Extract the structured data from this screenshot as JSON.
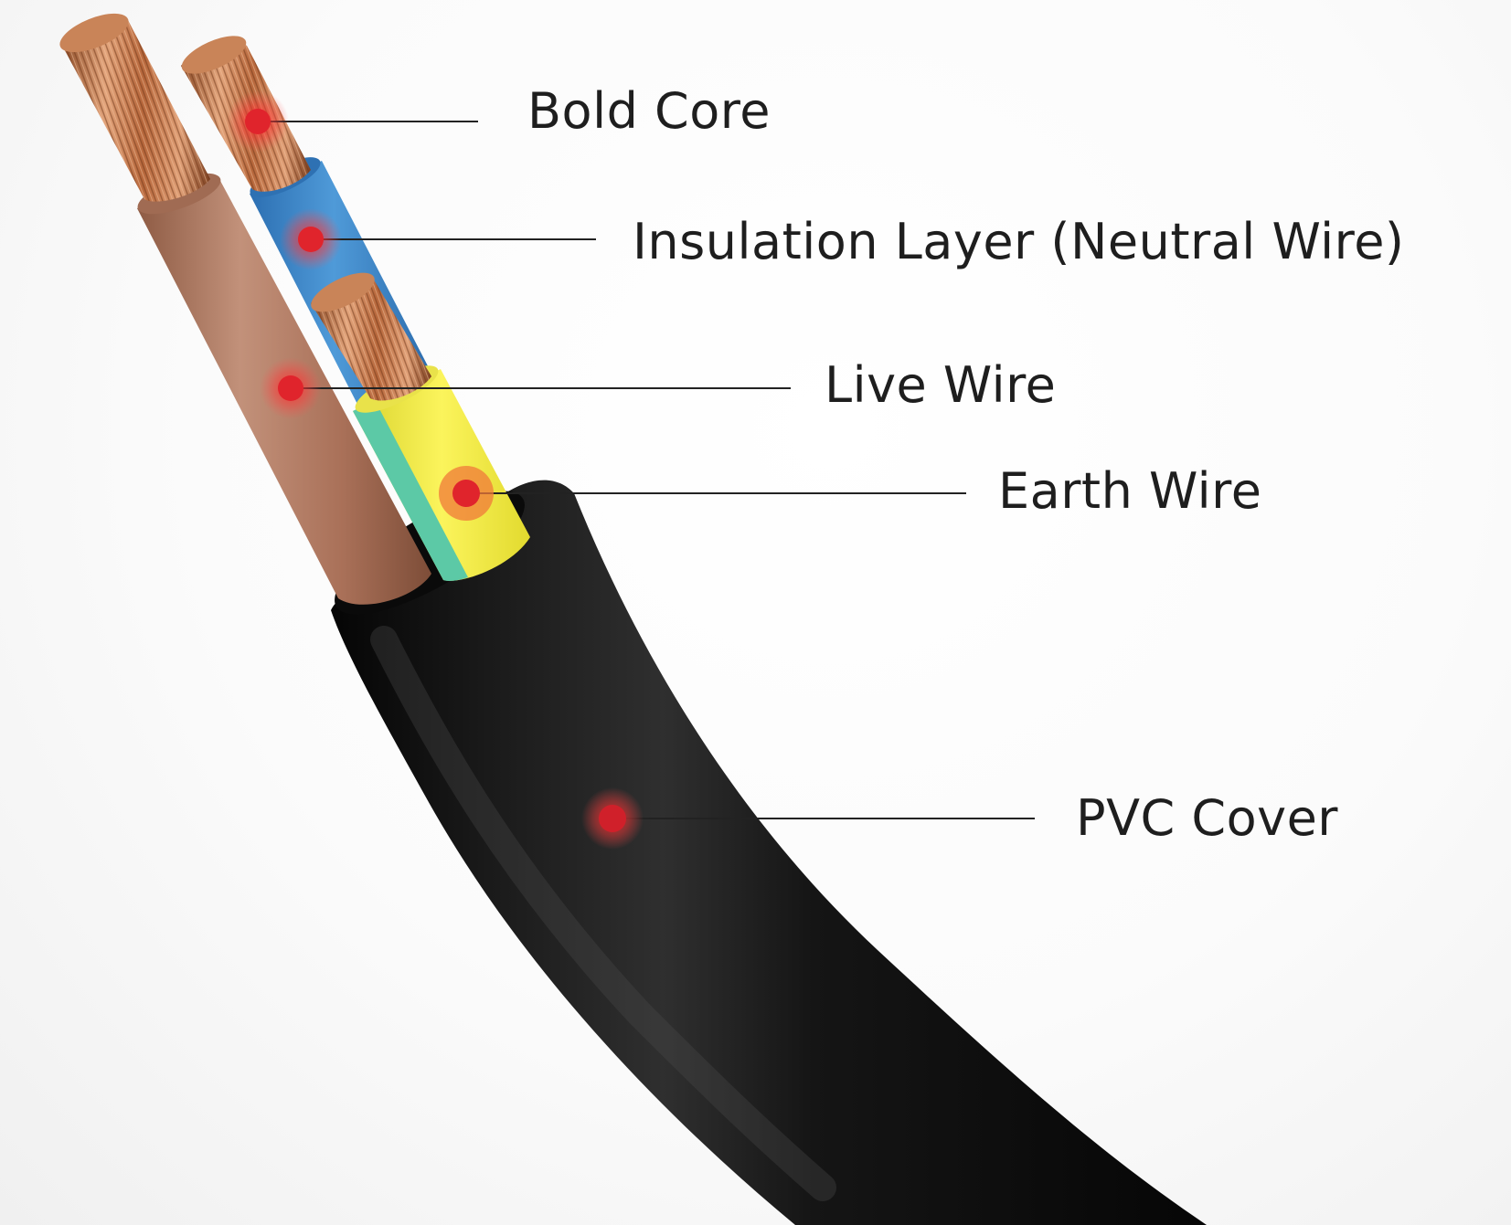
{
  "diagram": {
    "labels": {
      "bold_core": "Bold Core",
      "insulation_layer": "Insulation Layer (Neutral Wire)",
      "live_wire": "Live Wire",
      "earth_wire": "Earth Wire",
      "pvc_cover": "PVC Cover"
    },
    "colors": {
      "copper": "#c9794a",
      "brown_insulation": "#b07a60",
      "blue_insulation": "#3f86c9",
      "yellow_insulation": "#f2ec4a",
      "green_stripe": "#5cc9a6",
      "pvc_black": "#141414",
      "marker_red": "#e0242c",
      "leader_line": "#222222"
    }
  }
}
